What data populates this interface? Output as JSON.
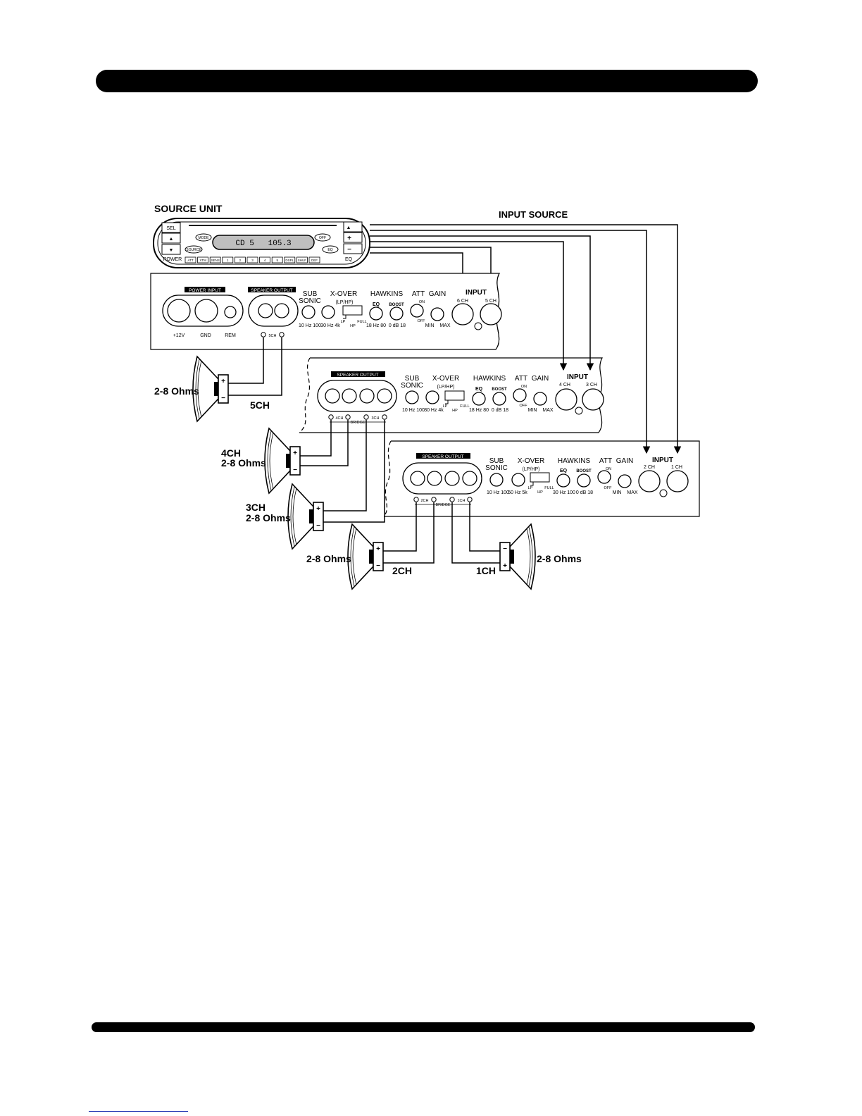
{
  "labels": {
    "source_unit": "SOURCE UNIT",
    "input_source": "INPUT SOURCE"
  },
  "head_unit": {
    "display": "CD 5   105.3",
    "left_buttons": [
      "SEL",
      "▲",
      "▼",
      "POWER"
    ],
    "right_buttons": [
      "▲",
      "+",
      "−",
      "EQ"
    ],
    "mode": "MODE",
    "source": "SOURCE",
    "off": "OFF",
    "eq": "EQ",
    "presets": [
      "ATT",
      "XTM",
      "SENS",
      "1",
      "2",
      "3",
      "4",
      "5",
      "DSPL",
      "SHUF",
      "DEF"
    ]
  },
  "amp1": {
    "power_input": "POWER INPUT",
    "power_terms": [
      "+12V",
      "GND",
      "REM"
    ],
    "speaker_output": "SPEAKER OUTPUT",
    "channel": "5CH",
    "sub": [
      "SUB",
      "SONIC"
    ],
    "xover": [
      "X-OVER",
      "(LP/HP)"
    ],
    "hawkins": "HAWKINS",
    "eq": "EQ",
    "boost": "BOOST",
    "att": "ATT",
    "gain": "GAIN",
    "input": "INPUT",
    "inputs": [
      "6 CH",
      "5 CH"
    ],
    "sub_scale": "10 Hz 100",
    "xo_scale": "30 Hz 4k",
    "eq_scale": "18 Hz 80",
    "boost_scale": "0 dB 18",
    "gain_scale": [
      "MIN",
      "MAX"
    ],
    "on": "ON",
    "off": "OFF",
    "lp": "LP",
    "hp": "HP",
    "full": "FULL"
  },
  "amp2": {
    "speaker_output": "SPEAKER OUTPUT",
    "terms": [
      "4CH",
      "3CH"
    ],
    "bridge": "BRIDGE",
    "sub": [
      "SUB",
      "SONIC"
    ],
    "xover": [
      "X-OVER",
      "(LP/HP)"
    ],
    "hawkins": "HAWKINS",
    "eq": "EQ",
    "boost": "BOOST",
    "att": "ATT",
    "gain": "GAIN",
    "input": "INPUT",
    "inputs": [
      "4 CH",
      "3 CH"
    ],
    "sub_scale": "10 Hz 100",
    "xo_scale": "30 Hz 4k",
    "eq_scale": "18 Hz 80",
    "boost_scale": "0 dB 18",
    "gain_scale": [
      "MIN",
      "MAX"
    ],
    "on": "ON",
    "off": "OFF",
    "lp": "LP",
    "hp": "HP",
    "full": "FULL"
  },
  "amp3": {
    "speaker_output": "SPEAKER OUTPUT",
    "terms": [
      "2CH",
      "1CH"
    ],
    "bridge": "BRIDGE",
    "sub": [
      "SUB",
      "SONIC"
    ],
    "xover": [
      "X-OVER",
      "(LP/HP)"
    ],
    "hawkins": "HAWKINS",
    "eq": "EQ",
    "boost": "BOOST",
    "att": "ATT",
    "gain": "GAIN",
    "input": "INPUT",
    "inputs": [
      "2 CH",
      "1 CH"
    ],
    "sub_scale": "10 Hz 100",
    "xo_scale": "50 Hz 5k",
    "eq_scale": "30 Hz 100",
    "boost_scale": "0 dB 18",
    "gain_scale": [
      "MIN",
      "MAX"
    ],
    "on": "ON",
    "off": "OFF",
    "lp": "LP",
    "hp": "HP",
    "full": "FULL"
  },
  "speakers": {
    "ohms": "2-8 Ohms",
    "ch5": "5CH",
    "ch4": "4CH",
    "ch3": "3CH",
    "ch2": "2CH",
    "ch1": "1CH",
    "plus": "+",
    "minus": "−"
  }
}
